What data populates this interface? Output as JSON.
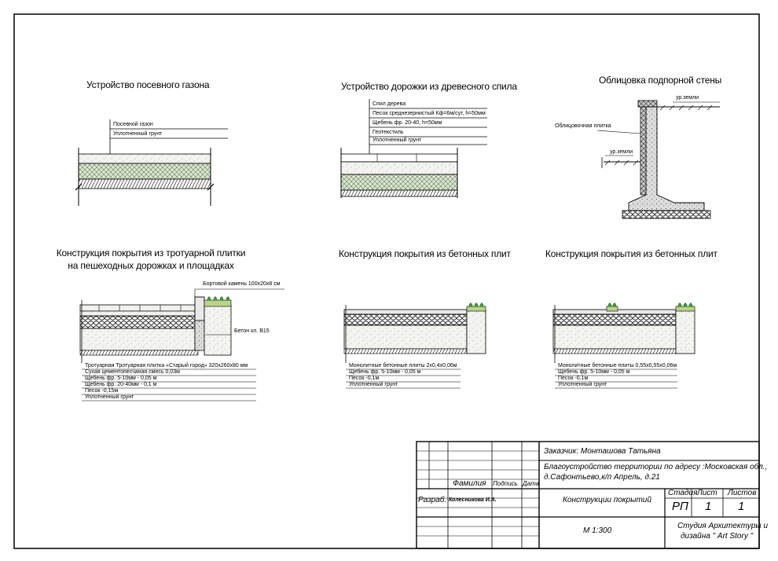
{
  "titles": {
    "lawn": "Устройство посевного газона",
    "wood_path": "Устройство дорожки из древесного спила",
    "wall": "Облицовка подпорной стены",
    "paving_line1": "Конструкция покрытия из тротуарной плитки",
    "paving_line2": "на пешеходных дорожках и площадках",
    "concrete1": "Конструкция покрытия из бетонных плит",
    "concrete2": "Конструкция покрытия из бетонных плит"
  },
  "lawn_layers": [
    "Посевной газон",
    "Уплотненный грунт"
  ],
  "wood_layers": [
    "Спил дерева",
    "Песок среднезернистый Кф=6м/сут, h=50мм",
    "Щебень фр. 20-40, h=50мм",
    "Геотекстиль",
    "Уплотненный грунт"
  ],
  "wall_labels": {
    "ground_top": "ур.земли",
    "ground_low": "ур.земли",
    "cladding": "Облицовочная плитка"
  },
  "paving_callouts": {
    "curb": "Бортовой камень 100х20х8 см",
    "concrete": "Бетон кл. В15"
  },
  "paving_layers": [
    "Тротуарная Тротуарная плитка «Старый город» 320х260х80 мм",
    "Сухая цементопесчаная смесь 0,03м",
    "Щебень фр. 5-10мм - 0,05 м",
    "Щебень фр. 20-40мм - 0,1 м",
    "Песок -0,15м",
    "Уплотненный грунт"
  ],
  "concrete1_layers": [
    "Монолитные бетонные плиты 2х0,4х0,06м",
    "Щебень фр. 5-10мм - 0,05 м",
    "Песок -0,1м",
    "Уплотненный грунт"
  ],
  "concrete2_layers": [
    "Монолитные бетонные плиты 0,55х0,55х0,06м",
    "Щебень фр. 5-10мм - 0,05 м",
    "Песок -0,1м",
    "Уплотненный грунт"
  ],
  "title_block": {
    "customer": "Заказчик:   Монташова Татьяна",
    "project_line1": "Благоустройство территории  по адресу :Московская обл.,",
    "project_line2": "д.Сафонтьево,к/п Апрель, д.21",
    "col_surname": "Фамилия",
    "col_sign": "Подпись",
    "col_date": "Дата",
    "row_role": "Разраб.",
    "row_name": "Колесникова И.А.",
    "sheet_title": "Конструкции покрытий",
    "stage_label": "Стадия",
    "sheet_label": "Лист",
    "sheets_label": "Листов",
    "stage": "РП",
    "sheet": "1",
    "sheets": "1",
    "scale": "М 1:300",
    "studio_line1": "Студия Архитектуры и",
    "studio_line2": "дизайна \" Art Story \""
  }
}
